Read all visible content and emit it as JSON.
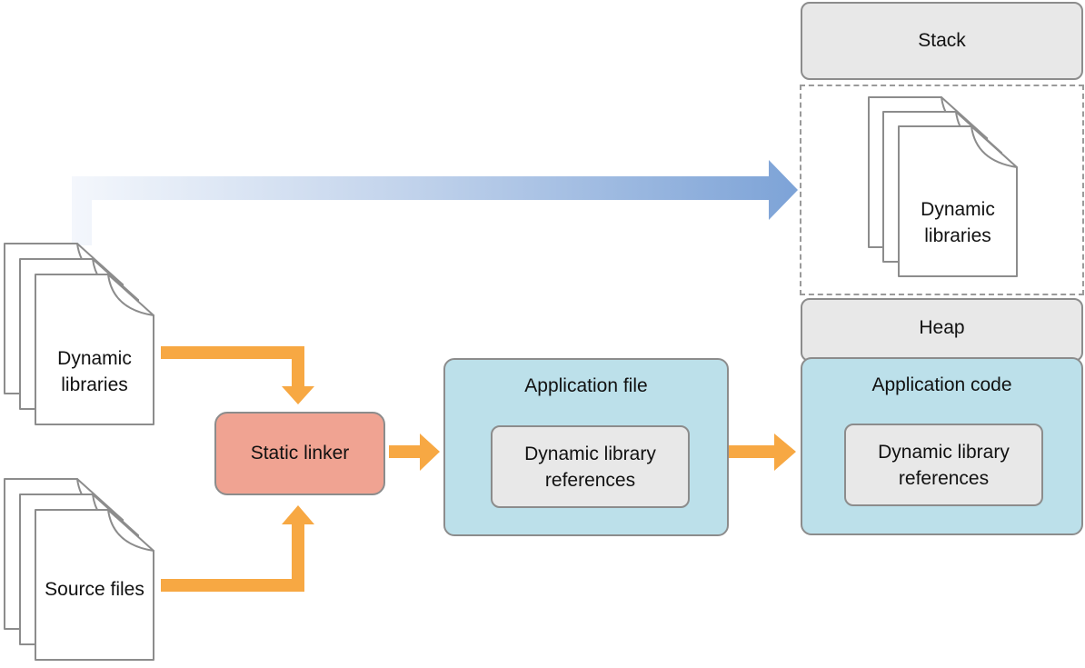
{
  "memory_column": {
    "stack_label": "Stack",
    "loaded_libraries": {
      "icon": "document-stack-icon",
      "label": "Dynamic libraries"
    },
    "heap_label": "Heap",
    "application_code": {
      "label": "Application code",
      "references_label": "Dynamic library references"
    }
  },
  "build_flow": {
    "dynamic_libraries": {
      "icon": "document-stack-icon",
      "label": "Dynamic libraries"
    },
    "source_files": {
      "icon": "document-stack-icon",
      "label": "Source files"
    },
    "static_linker_label": "Static linker",
    "application_file": {
      "label": "Application file",
      "references_label": "Dynamic library references"
    }
  },
  "arrows": {
    "runtime_load_arrow": {
      "name": "dynamic-libraries-to-stack-arrow",
      "gradient_start": "#F4F7FC",
      "gradient_mid": "#C3D4EC",
      "gradient_end": "#7DA3D7"
    },
    "orange_color": "#F7A843",
    "items": [
      "dynamic-libraries-to-static-linker-arrow",
      "source-files-to-static-linker-arrow",
      "static-linker-to-application-file-arrow",
      "application-file-to-application-code-arrow"
    ]
  },
  "colors": {
    "region_fill": "#E8E8E8",
    "code_fill": "#BCE0EA",
    "linker_fill": "#F0A392",
    "border": "#8C8C8C",
    "background": "#FFFFFF"
  }
}
